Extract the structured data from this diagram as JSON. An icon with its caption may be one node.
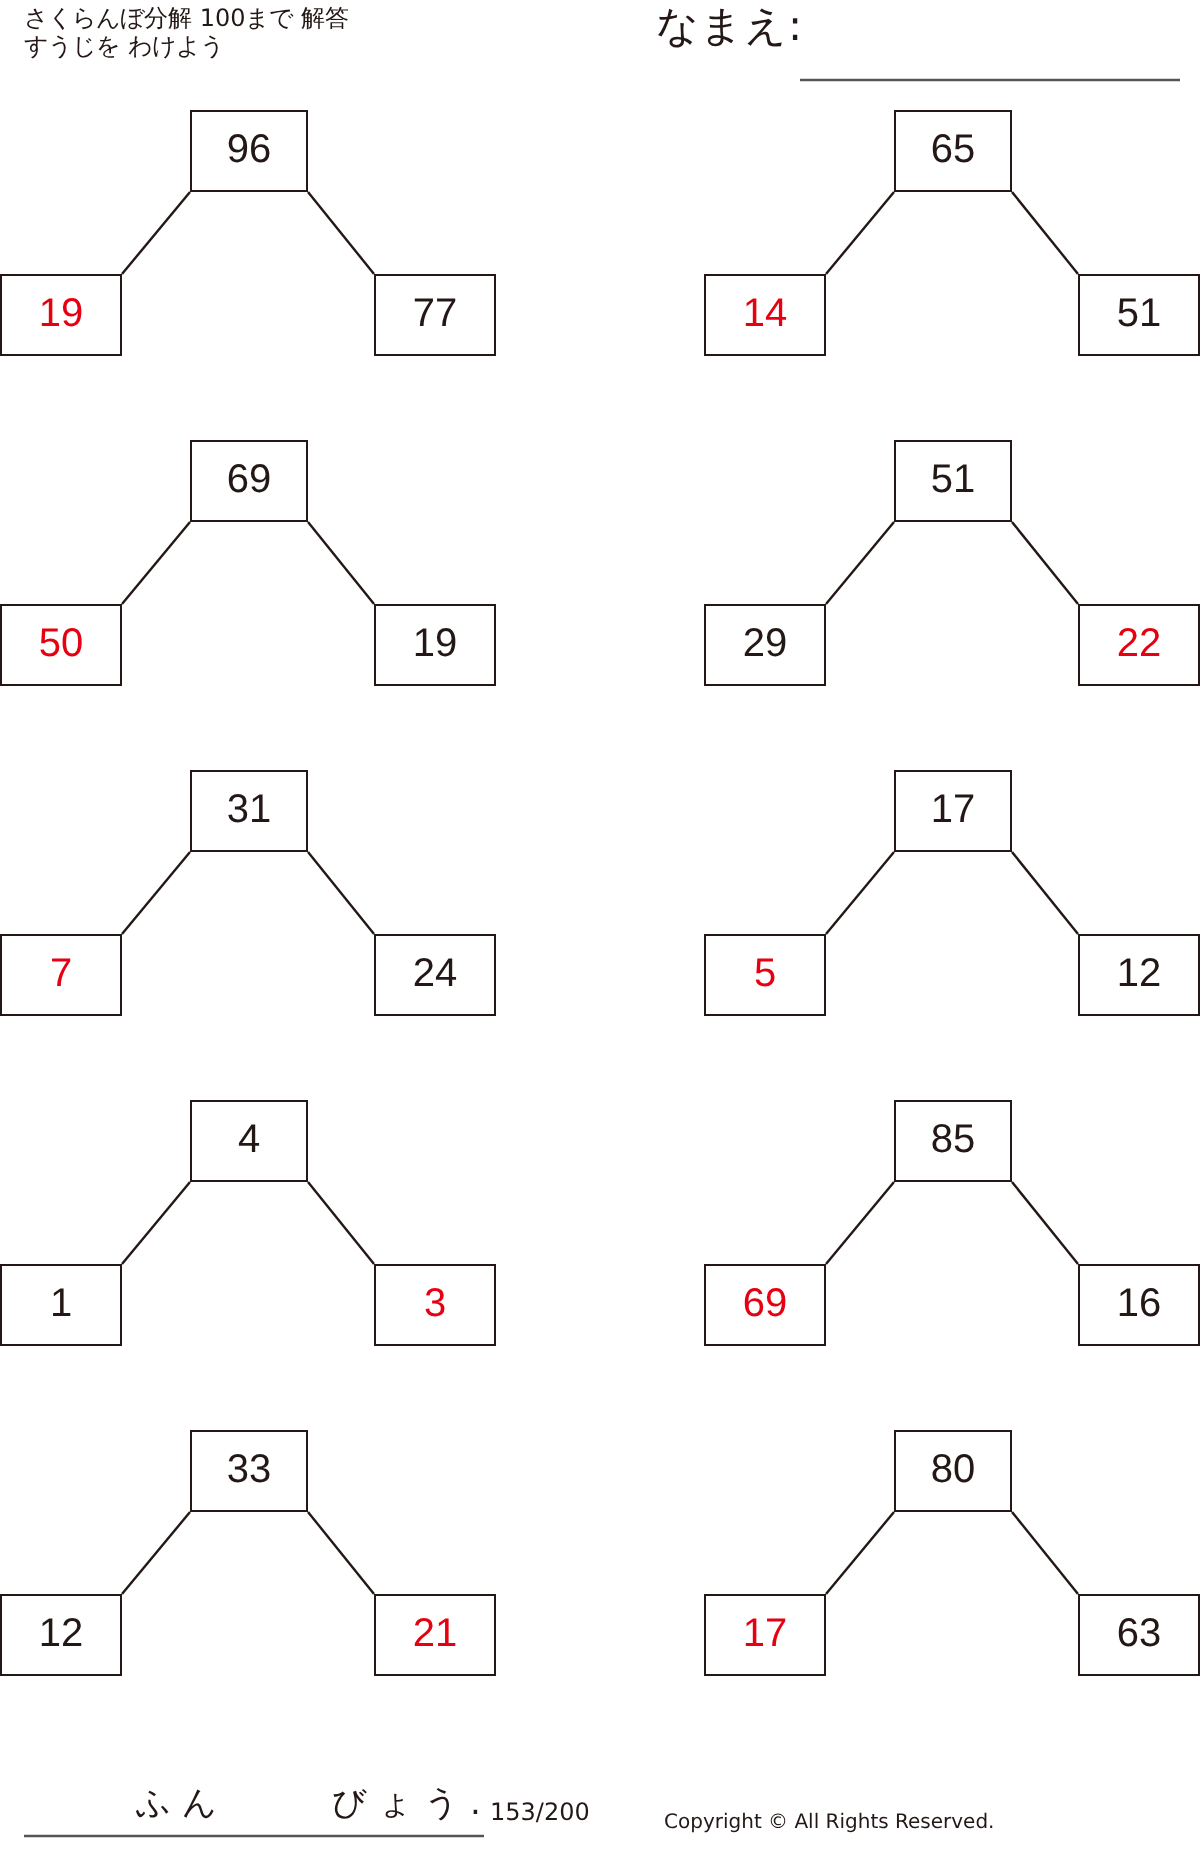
{
  "diagram": {
    "nodes": [
      {
        "text": [
          "96"
        ]
      },
      {
        "text": [
          "19"
        ]
      },
      {
        "text": [
          "77"
        ]
      },
      {
        "text": [
          "65"
        ]
      },
      {
        "text": [
          "14"
        ]
      },
      {
        "text": [
          "51"
        ]
      },
      {
        "text": [
          "69"
        ]
      },
      {
        "text": [
          "50"
        ]
      },
      {
        "text": [
          "19"
        ]
      },
      {
        "text": [
          "51"
        ]
      },
      {
        "text": [
          "29"
        ]
      },
      {
        "text": [
          "22"
        ]
      },
      {
        "text": [
          "31"
        ]
      },
      {
        "text": [
          "7"
        ]
      },
      {
        "text": [
          "24"
        ]
      },
      {
        "text": [
          "17"
        ]
      },
      {
        "text": [
          "5"
        ]
      },
      {
        "text": [
          "12"
        ]
      },
      {
        "text": [
          "4"
        ]
      },
      {
        "text": [
          "1"
        ]
      },
      {
        "text": [
          "3"
        ]
      },
      {
        "text": [
          "85"
        ]
      },
      {
        "text": [
          "69"
        ]
      },
      {
        "text": [
          "16"
        ]
      },
      {
        "text": [
          "33"
        ]
      },
      {
        "text": [
          "12"
        ]
      },
      {
        "text": [
          "21"
        ]
      },
      {
        "text": [
          "80"
        ]
      },
      {
        "text": [
          "17"
        ]
      },
      {
        "text": [
          "63"
        ]
      }
    ],
    "edges": [
      {
        "from": 0,
        "to": 1,
        "arrow": "none"
      },
      {
        "from": 0,
        "to": 2,
        "arrow": "none"
      },
      {
        "from": 3,
        "to": 4,
        "arrow": "none"
      },
      {
        "from": 3,
        "to": 5,
        "arrow": "none"
      },
      {
        "from": 6,
        "to": 7,
        "arrow": "none"
      },
      {
        "from": 6,
        "to": 8,
        "arrow": "none"
      },
      {
        "from": 9,
        "to": 10,
        "arrow": "none"
      },
      {
        "from": 9,
        "to": 11,
        "arrow": "none"
      },
      {
        "from": 12,
        "to": 13,
        "arrow": "none"
      },
      {
        "from": 12,
        "to": 14,
        "arrow": "none"
      },
      {
        "from": 15,
        "to": 16,
        "arrow": "none"
      },
      {
        "from": 15,
        "to": 17,
        "arrow": "none"
      },
      {
        "from": 18,
        "to": 19,
        "arrow": "none"
      },
      {
        "from": 18,
        "to": 20,
        "arrow": "none"
      },
      {
        "from": 21,
        "to": 22,
        "arrow": "none"
      },
      {
        "from": 21,
        "to": 23,
        "arrow": "none"
      },
      {
        "from": 24,
        "to": 25,
        "arrow": "none"
      },
      {
        "from": 24,
        "to": 26,
        "arrow": "none"
      },
      {
        "from": 27,
        "to": 28,
        "arrow": "none"
      },
      {
        "from": 27,
        "to": 29,
        "arrow": "none"
      }
    ],
    "labels": [
      "さくらんぼ分解 100まで 解答",
      "すうじを わけよう",
      "なまえ:",
      "ふん",
      "びょう.",
      "153/200",
      "Copyright © All Rights Reserved."
    ]
  }
}
